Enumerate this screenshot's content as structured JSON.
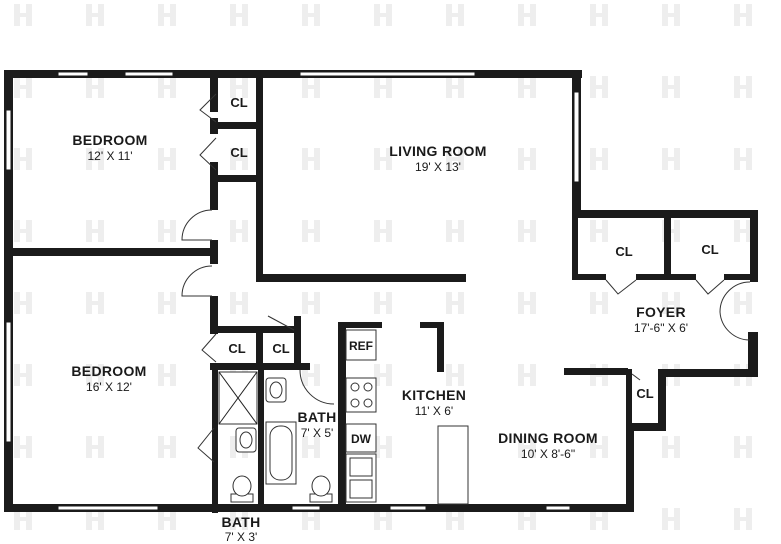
{
  "rooms": {
    "bedroom1": {
      "name": "BEDROOM",
      "dims": "12' X 11'"
    },
    "living": {
      "name": "LIVING ROOM",
      "dims": "19' X 13'"
    },
    "bedroom2": {
      "name": "BEDROOM",
      "dims": "16' X 12'"
    },
    "bath1": {
      "name": "BATH",
      "dims": "7' X 5'"
    },
    "kitchen": {
      "name": "KITCHEN",
      "dims": "11' X 6'"
    },
    "dining": {
      "name": "DINING ROOM",
      "dims": "10' X 8'-6\""
    },
    "foyer": {
      "name": "FOYER",
      "dims": "17'-6\" X 6'"
    },
    "bath2": {
      "name": "BATH",
      "dims": "7' X 3'"
    }
  },
  "closet_label": "CL",
  "appliances": {
    "ref": "REF",
    "dw": "DW"
  },
  "colors": {
    "wall": "#1b1b1b",
    "background": "#ffffff",
    "watermark": "#eeeeee"
  }
}
